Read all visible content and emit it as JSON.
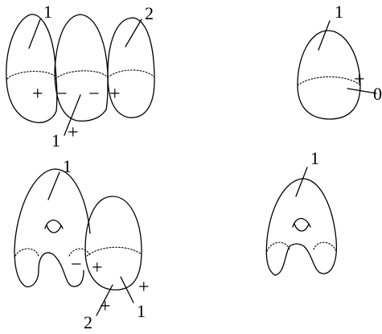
{
  "figures": {
    "top_left": {
      "label_left": "1",
      "label_right": "2",
      "label_bottom": "1",
      "sign_bottom": "+",
      "signs": [
        "+",
        "−",
        "−",
        "+"
      ]
    },
    "top_right": {
      "label_top": "1",
      "sign": "+",
      "label_right": "0"
    },
    "bottom_left": {
      "label_top": "1",
      "sign_minus": "−",
      "sign_plus_inner": "+",
      "sign_plus_right": "+",
      "label_right": "1",
      "label_bottom": "2",
      "sign_bottom": "+"
    },
    "bottom_right": {
      "label_top": "1"
    }
  }
}
